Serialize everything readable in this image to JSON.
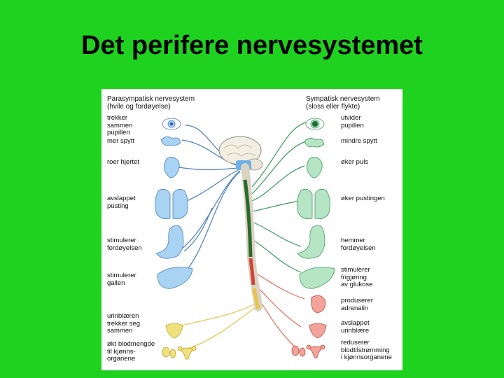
{
  "slide": {
    "title": "Det perifere nervesystemet"
  },
  "diagram": {
    "para": {
      "title": "Parasympatisk nervesystem",
      "subtitle": "(hvile og fordøyelse)",
      "labels": [
        "trekker\nsammen\npupillen",
        "mer spytt",
        "roer hjertet",
        "avslappet\npusting",
        "stimulerer\nfordøyelsen",
        "stimulerer\ngallen",
        "urinblæren\ntrekker seg\nsammen",
        "økt blodmengde\ntil kjønns-\norganene"
      ]
    },
    "symp": {
      "title": "Sympatisk nervesystem",
      "subtitle": "(sloss eller flykte)",
      "labels": [
        "utvider\npupillen",
        "mindre spytt",
        "øker puls",
        "øker pustingen",
        "hemmer\nfordøyelsen",
        "stimulerer\nfrigjøring\nav glukose",
        "produserer\nadrenalin",
        "avslappet\nurinblære",
        "reduserer\nblodtilstrømming\ni kjønnsorganene"
      ]
    },
    "colors": {
      "background": "#1fd21f",
      "para_organ": "#a9d3f2",
      "para_nerve": "#4a7fc0",
      "symp_organ": "#b5e5c4",
      "symp_nerve": "#3a9a5a",
      "adrenal_red": "#e86a5a",
      "sacral_yellow": "#e8c24a",
      "spine_dark": "#2a6a2a"
    }
  }
}
